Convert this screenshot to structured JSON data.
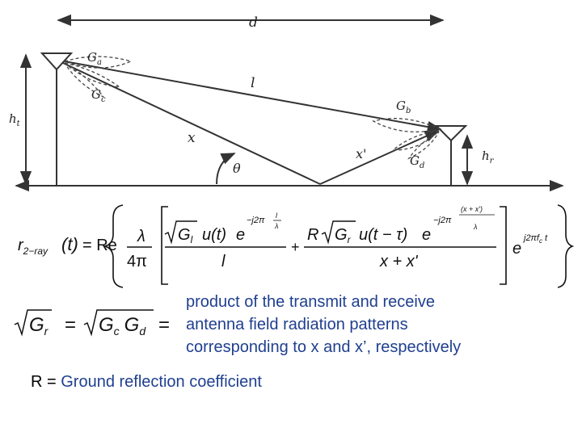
{
  "diagram": {
    "labels": {
      "d": "d",
      "l": "l",
      "ht": "h",
      "ht_sub": "t",
      "hr": "h",
      "hr_sub": "r",
      "x": "x",
      "xp": "x'",
      "theta": "θ",
      "Ga": "G",
      "Ga_sub": "a",
      "Gb": "G",
      "Gb_sub": "b",
      "Gc": "G",
      "Gc_sub": "c",
      "Gd": "G",
      "Gd_sub": "d"
    }
  },
  "equation": {
    "lhs": "r",
    "lhs_sub": "2−ray",
    "t_paren": "(t)",
    "eq_re": "= Re",
    "lambda": "λ",
    "four_pi": "4π",
    "sqrt_Gl": "G",
    "sqrt_Gl_sub": "l",
    "u_t": "u(t)",
    "e": "e",
    "exp1": "−j2π",
    "exp1_frac_num": "l",
    "exp1_frac_den": "λ",
    "den1": "l",
    "plus": "+",
    "R": "R",
    "sqrt_Gr": "G",
    "sqrt_Gr_sub": "r",
    "u_t_tau": "u(t − τ)",
    "exp2": "−j2π",
    "exp2_frac_num": "(x + x')",
    "exp2_frac_den": "λ",
    "den2": "x + x'",
    "carrier_e": "e",
    "carrier_exp": "j2πf",
    "carrier_exp_sub": "c",
    "carrier_exp_t": "t"
  },
  "gain_eq": {
    "lhs": "G",
    "lhs_sub": "r",
    "eq": "=",
    "rhs": "G",
    "rhs_sub1": "c",
    "rhs2": "G",
    "rhs_sub2": "d",
    "eq2": "="
  },
  "description": {
    "line1": "product of the transmit and receive",
    "line2": "antenna field radiation patterns",
    "line3": "corresponding to x and x’, respectively"
  },
  "reflection": {
    "key": "R =",
    "value": "Ground reflection coefficient"
  }
}
